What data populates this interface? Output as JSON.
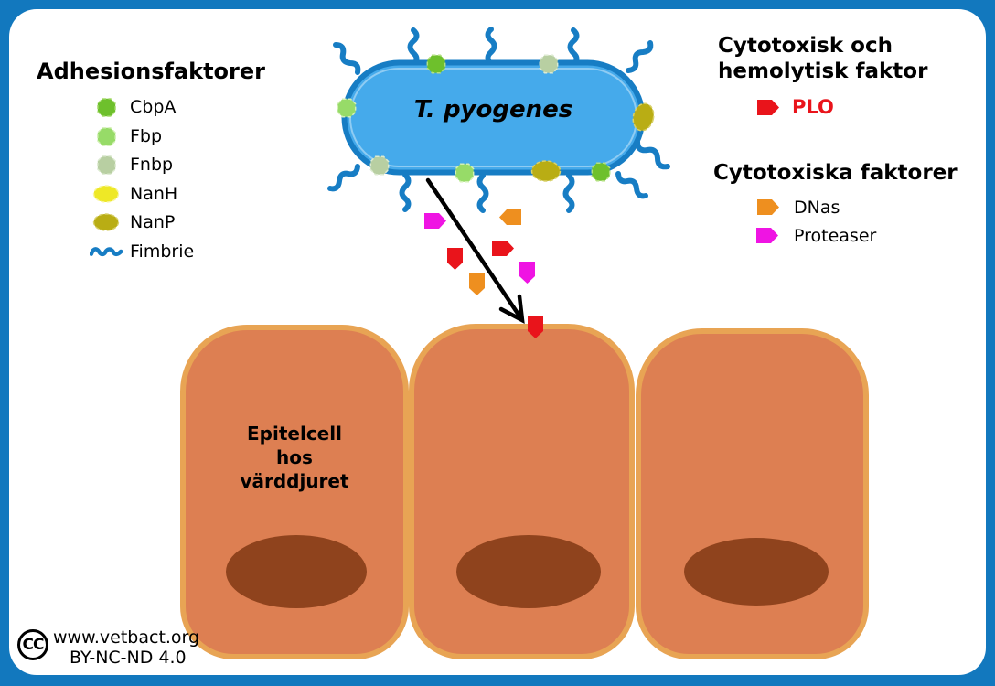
{
  "colors": {
    "frame_blue": "#1278be",
    "bacterium_fill": "#45aaeb",
    "bacterium_outline": "#177dc4",
    "fimbriae_blue": "#177dc4",
    "cell_fill": "#dd7f52",
    "cell_border": "#e8a454",
    "nucleus_brown": "#8f431d",
    "cbpa_green": "#6ec02c",
    "fbp_light_green": "#97db68",
    "fnbp_gray_green": "#b8cfa2",
    "nanh_yellow": "#eee826",
    "nanp_olive": "#b9ad14",
    "plo_red": "#e9141b",
    "dnas_orange": "#ee8f1f",
    "proteaser_magenta": "#ef14e3",
    "arrow_black": "#000000"
  },
  "bacterium": {
    "label": "T. pyogenes"
  },
  "legend_left": {
    "title": "Adhesionsfaktorer",
    "items": [
      {
        "label": "CbpA",
        "color": "#6ec02c"
      },
      {
        "label": "Fbp",
        "color": "#97db68"
      },
      {
        "label": "Fnbp",
        "color": "#b8cfa2"
      },
      {
        "label": "NanH",
        "color": "#eee826"
      },
      {
        "label": "NanP",
        "color": "#b9ad14"
      },
      {
        "label": "Fimbrie",
        "color": "#177dc4"
      }
    ]
  },
  "legend_hemolytic": {
    "title_line1": "Cytotoxisk och",
    "title_line2": "hemolytisk faktor",
    "item_label": "PLO",
    "item_color": "#e9141b"
  },
  "legend_cytotoxic": {
    "title": "Cytotoxiska faktorer",
    "items": [
      {
        "label": "DNas",
        "color": "#ee8f1f"
      },
      {
        "label": "Proteaser",
        "color": "#ef14e3"
      }
    ]
  },
  "epithelial_cell": {
    "label_lines": [
      "Epitelcell",
      "hos",
      "värddjuret"
    ]
  },
  "footer": {
    "cc_badge": "CC",
    "site": "www.vetbact.org",
    "license": "BY-NC-ND 4.0"
  }
}
